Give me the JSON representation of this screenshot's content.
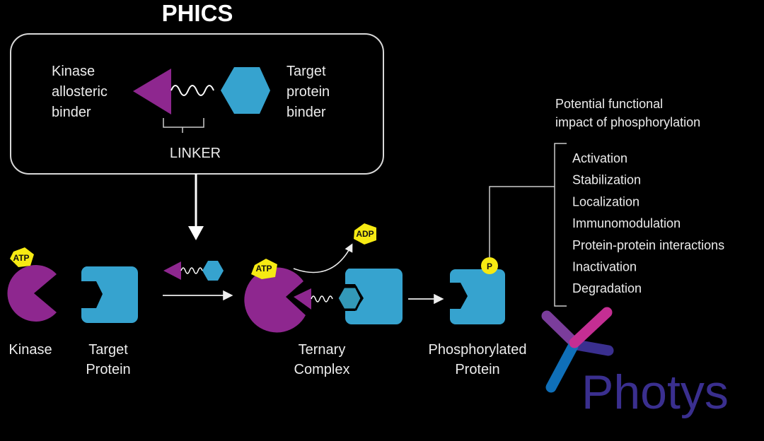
{
  "title": "PHICS",
  "phics_box": {
    "left_label": [
      "Kinase",
      "allosteric",
      "binder"
    ],
    "right_label": [
      "Target",
      "protein",
      "binder"
    ],
    "linker_label": "LINKER"
  },
  "badges": {
    "atp": "ATP",
    "adp": "ADP",
    "phospho": "P"
  },
  "stages": {
    "kinase": [
      "Kinase"
    ],
    "target_protein": [
      "Target",
      "Protein"
    ],
    "ternary_complex": [
      "Ternary",
      "Complex"
    ],
    "phosphorylated_protein": [
      "Phosphorylated",
      "Protein"
    ]
  },
  "impact": {
    "heading": [
      "Potential functional",
      "impact of phosphorylation"
    ],
    "items": [
      "Activation",
      "Stabilization",
      "Localization",
      "Immunomodulation",
      "Protein-protein interactions",
      "Inactivation",
      "Degradation"
    ]
  },
  "logo": {
    "text": "Photys"
  },
  "colors": {
    "kinase_purple": "#8e278f",
    "protein_blue": "#36a3cf",
    "badge_yellow": "#f6ea13",
    "logo_indigo": "#3a2f8f",
    "logo_magenta": "#c42e93",
    "logo_violet": "#7b3d9b",
    "logo_blue": "#0f6fb8"
  }
}
